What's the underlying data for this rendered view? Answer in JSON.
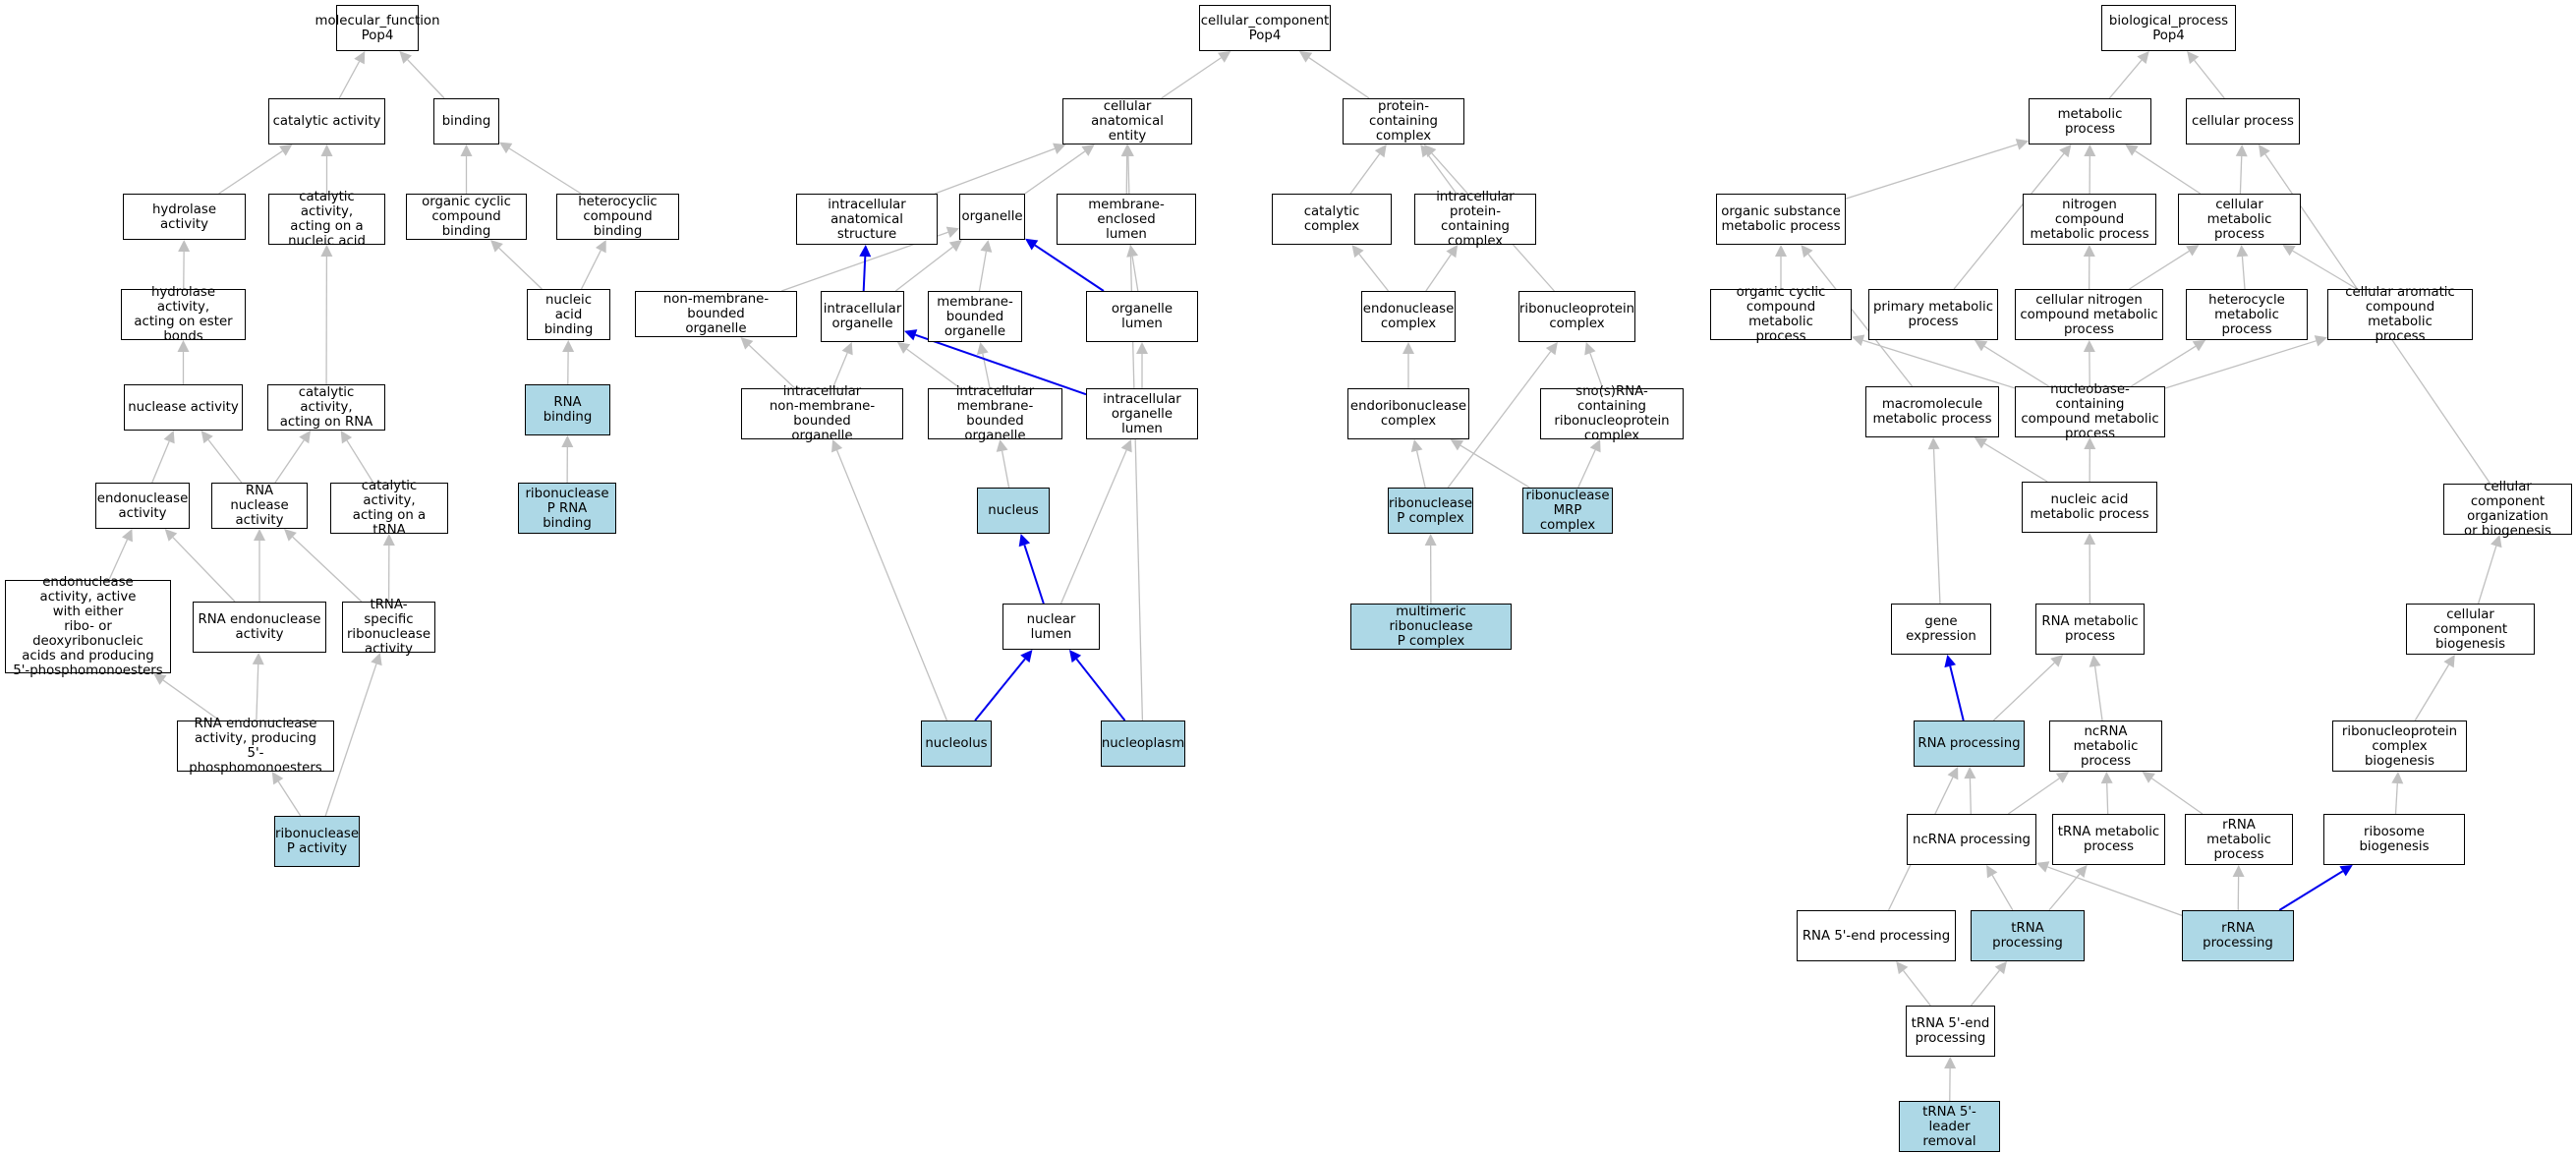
{
  "colors": {
    "highlight_fill": "#add8e6",
    "edge": "#c0c0c0",
    "edge_highlight": "#0000ee",
    "border": "#000000"
  },
  "nodes": [
    {
      "id": "mf",
      "label": "molecular_function\nPop4",
      "hl": false
    },
    {
      "id": "catalytic",
      "label": "catalytic activity",
      "hl": false
    },
    {
      "id": "binding",
      "label": "binding",
      "hl": false
    },
    {
      "id": "hydrolase",
      "label": "hydrolase activity",
      "hl": false
    },
    {
      "id": "cat_nucleic",
      "label": "catalytic activity,\nacting on a\nnucleic acid",
      "hl": false
    },
    {
      "id": "org_cyclic",
      "label": "organic cyclic\ncompound binding",
      "hl": false
    },
    {
      "id": "hetero_bind",
      "label": "heterocyclic\ncompound binding",
      "hl": false
    },
    {
      "id": "hydro_ester",
      "label": "hydrolase activity,\nacting on ester\nbonds",
      "hl": false
    },
    {
      "id": "nucacid_bind",
      "label": "nucleic acid\nbinding",
      "hl": false
    },
    {
      "id": "nuclease",
      "label": "nuclease activity",
      "hl": false
    },
    {
      "id": "cat_rna",
      "label": "catalytic activity,\nacting on RNA",
      "hl": false
    },
    {
      "id": "rna_binding",
      "label": "RNA binding",
      "hl": true
    },
    {
      "id": "endonuclease",
      "label": "endonuclease\nactivity",
      "hl": false
    },
    {
      "id": "rna_nuclease",
      "label": "RNA nuclease\nactivity",
      "hl": false
    },
    {
      "id": "cat_trna",
      "label": "catalytic activity,\nacting on a\ntRNA",
      "hl": false
    },
    {
      "id": "rnasep_rna_bind",
      "label": "ribonuclease\nP RNA binding",
      "hl": true
    },
    {
      "id": "endo_either",
      "label": "endonuclease\nactivity, active\nwith either\nribo- or deoxyribonucleic\nacids and producing\n5'-phosphomonoesters",
      "hl": false
    },
    {
      "id": "rna_endo",
      "label": "RNA endonuclease\nactivity",
      "hl": false
    },
    {
      "id": "trna_ribo",
      "label": "tRNA-specific\nribonuclease\nactivity",
      "hl": false
    },
    {
      "id": "rna_endo_5p",
      "label": "RNA endonuclease\nactivity, producing\n5'-phosphomonoesters",
      "hl": false
    },
    {
      "id": "rnasep_act",
      "label": "ribonuclease\nP activity",
      "hl": true
    },
    {
      "id": "cc",
      "label": "cellular_component\nPop4",
      "hl": false
    },
    {
      "id": "cae",
      "label": "cellular anatomical\nentity",
      "hl": false
    },
    {
      "id": "pcc",
      "label": "protein-containing\ncomplex",
      "hl": false
    },
    {
      "id": "ias",
      "label": "intracellular\nanatomical structure",
      "hl": false
    },
    {
      "id": "organelle",
      "label": "organelle",
      "hl": false
    },
    {
      "id": "mel",
      "label": "membrane-enclosed\nlumen",
      "hl": false
    },
    {
      "id": "cat_complex",
      "label": "catalytic complex",
      "hl": false
    },
    {
      "id": "ipcc",
      "label": "intracellular\nprotein-containing\ncomplex",
      "hl": false
    },
    {
      "id": "nmbo",
      "label": "non-membrane-bounded\norganelle",
      "hl": false
    },
    {
      "id": "io",
      "label": "intracellular\norganelle",
      "hl": false
    },
    {
      "id": "mbo",
      "label": "membrane-bounded\norganelle",
      "hl": false
    },
    {
      "id": "ol",
      "label": "organelle lumen",
      "hl": false
    },
    {
      "id": "endo_complex",
      "label": "endonuclease\ncomplex",
      "hl": false
    },
    {
      "id": "rnp_complex",
      "label": "ribonucleoprotein\ncomplex",
      "hl": false
    },
    {
      "id": "inmbo",
      "label": "intracellular\nnon-membrane-bounded\norganelle",
      "hl": false
    },
    {
      "id": "imbo",
      "label": "intracellular\nmembrane-bounded\norganelle",
      "hl": false
    },
    {
      "id": "iol",
      "label": "intracellular\norganelle lumen",
      "hl": false
    },
    {
      "id": "endoribo_complex",
      "label": "endoribonuclease\ncomplex",
      "hl": false
    },
    {
      "id": "snorna_complex",
      "label": "sno(s)RNA-containing\nribonucleoprotein\ncomplex",
      "hl": false
    },
    {
      "id": "nucleus",
      "label": "nucleus",
      "hl": true
    },
    {
      "id": "rnasep_complex",
      "label": "ribonuclease\nP complex",
      "hl": true
    },
    {
      "id": "mrp_complex",
      "label": "ribonuclease\nMRP complex",
      "hl": true
    },
    {
      "id": "nuclear_lumen",
      "label": "nuclear lumen",
      "hl": false
    },
    {
      "id": "multi_rnasep",
      "label": "multimeric ribonuclease\nP complex",
      "hl": true
    },
    {
      "id": "nucleolus",
      "label": "nucleolus",
      "hl": true
    },
    {
      "id": "nucleoplasm",
      "label": "nucleoplasm",
      "hl": true
    },
    {
      "id": "bp",
      "label": "biological_process\nPop4",
      "hl": false
    },
    {
      "id": "metabolic",
      "label": "metabolic process",
      "hl": false
    },
    {
      "id": "cellular_proc",
      "label": "cellular process",
      "hl": false
    },
    {
      "id": "osmp",
      "label": "organic substance\nmetabolic process",
      "hl": false
    },
    {
      "id": "ncmp",
      "label": "nitrogen compound\nmetabolic process",
      "hl": false
    },
    {
      "id": "cmp",
      "label": "cellular metabolic\nprocess",
      "hl": false
    },
    {
      "id": "occmp",
      "label": "organic cyclic\ncompound metabolic\nprocess",
      "hl": false
    },
    {
      "id": "pmp",
      "label": "primary metabolic\nprocess",
      "hl": false
    },
    {
      "id": "cncmp",
      "label": "cellular nitrogen\ncompound metabolic\nprocess",
      "hl": false
    },
    {
      "id": "hmp",
      "label": "heterocycle\nmetabolic process",
      "hl": false
    },
    {
      "id": "cacmp",
      "label": "cellular aromatic\ncompound metabolic\nprocess",
      "hl": false
    },
    {
      "id": "mmp",
      "label": "macromolecule\nmetabolic process",
      "hl": false
    },
    {
      "id": "nbcmp",
      "label": "nucleobase-containing\ncompound metabolic\nprocess",
      "hl": false
    },
    {
      "id": "namp",
      "label": "nucleic acid\nmetabolic process",
      "hl": false
    },
    {
      "id": "ccob",
      "label": "cellular component\norganization\nor biogenesis",
      "hl": false
    },
    {
      "id": "gene_expr",
      "label": "gene expression",
      "hl": false
    },
    {
      "id": "rnamp",
      "label": "RNA metabolic\nprocess",
      "hl": false
    },
    {
      "id": "ccb",
      "label": "cellular component\nbiogenesis",
      "hl": false
    },
    {
      "id": "rna_proc",
      "label": "RNA processing",
      "hl": true
    },
    {
      "id": "ncrnamp",
      "label": "ncRNA metabolic\nprocess",
      "hl": false
    },
    {
      "id": "rnpcb",
      "label": "ribonucleoprotein\ncomplex biogenesis",
      "hl": false
    },
    {
      "id": "ncrna_proc",
      "label": "ncRNA processing",
      "hl": false
    },
    {
      "id": "trnamp",
      "label": "tRNA metabolic\nprocess",
      "hl": false
    },
    {
      "id": "rrnamp",
      "label": "rRNA metabolic\nprocess",
      "hl": false
    },
    {
      "id": "ribo_bio",
      "label": "ribosome biogenesis",
      "hl": false
    },
    {
      "id": "rna5p",
      "label": "RNA 5'-end processing",
      "hl": false
    },
    {
      "id": "trna_proc",
      "label": "tRNA processing",
      "hl": true
    },
    {
      "id": "rrna_proc",
      "label": "rRNA processing",
      "hl": true
    },
    {
      "id": "trna5p",
      "label": "tRNA 5'-end\nprocessing",
      "hl": false
    },
    {
      "id": "trna5leader",
      "label": "tRNA 5'-leader\nremoval",
      "hl": true
    }
  ],
  "edges": [
    {
      "from": "catalytic",
      "to": "mf",
      "hl": false
    },
    {
      "from": "binding",
      "to": "mf",
      "hl": false
    },
    {
      "from": "hydrolase",
      "to": "catalytic",
      "hl": false
    },
    {
      "from": "cat_nucleic",
      "to": "catalytic",
      "hl": false
    },
    {
      "from": "org_cyclic",
      "to": "binding",
      "hl": false
    },
    {
      "from": "hetero_bind",
      "to": "binding",
      "hl": false
    },
    {
      "from": "hydro_ester",
      "to": "hydrolase",
      "hl": false
    },
    {
      "from": "nucacid_bind",
      "to": "org_cyclic",
      "hl": false
    },
    {
      "from": "nucacid_bind",
      "to": "hetero_bind",
      "hl": false
    },
    {
      "from": "nuclease",
      "to": "hydro_ester",
      "hl": false
    },
    {
      "from": "cat_rna",
      "to": "cat_nucleic",
      "hl": false
    },
    {
      "from": "rna_binding",
      "to": "nucacid_bind",
      "hl": false
    },
    {
      "from": "endonuclease",
      "to": "nuclease",
      "hl": false
    },
    {
      "from": "rna_nuclease",
      "to": "nuclease",
      "hl": false
    },
    {
      "from": "rna_nuclease",
      "to": "cat_rna",
      "hl": false
    },
    {
      "from": "cat_trna",
      "to": "cat_rna",
      "hl": false
    },
    {
      "from": "rnasep_rna_bind",
      "to": "rna_binding",
      "hl": false
    },
    {
      "from": "endo_either",
      "to": "endonuclease",
      "hl": false
    },
    {
      "from": "rna_endo",
      "to": "endonuclease",
      "hl": false
    },
    {
      "from": "rna_endo",
      "to": "rna_nuclease",
      "hl": false
    },
    {
      "from": "trna_ribo",
      "to": "rna_nuclease",
      "hl": false
    },
    {
      "from": "trna_ribo",
      "to": "cat_trna",
      "hl": false
    },
    {
      "from": "rna_endo_5p",
      "to": "endo_either",
      "hl": false
    },
    {
      "from": "rna_endo_5p",
      "to": "rna_endo",
      "hl": false
    },
    {
      "from": "rnasep_act",
      "to": "rna_endo_5p",
      "hl": false
    },
    {
      "from": "rnasep_act",
      "to": "trna_ribo",
      "hl": false
    },
    {
      "from": "cae",
      "to": "cc",
      "hl": false
    },
    {
      "from": "pcc",
      "to": "cc",
      "hl": false
    },
    {
      "from": "ias",
      "to": "cae",
      "hl": false
    },
    {
      "from": "organelle",
      "to": "cae",
      "hl": false
    },
    {
      "from": "mel",
      "to": "cae",
      "hl": false
    },
    {
      "from": "nucleoplasm",
      "to": "cae",
      "hl": false
    },
    {
      "from": "cat_complex",
      "to": "pcc",
      "hl": false
    },
    {
      "from": "ipcc",
      "to": "pcc",
      "hl": false
    },
    {
      "from": "rnp_complex",
      "to": "pcc",
      "hl": false
    },
    {
      "from": "nmbo",
      "to": "organelle",
      "hl": false
    },
    {
      "from": "io",
      "to": "organelle",
      "hl": false
    },
    {
      "from": "mbo",
      "to": "organelle",
      "hl": false
    },
    {
      "from": "ol",
      "to": "organelle",
      "hl": true
    },
    {
      "from": "io",
      "to": "ias",
      "hl": true
    },
    {
      "from": "ol",
      "to": "mel",
      "hl": false
    },
    {
      "from": "endo_complex",
      "to": "cat_complex",
      "hl": false
    },
    {
      "from": "endo_complex",
      "to": "ipcc",
      "hl": false
    },
    {
      "from": "inmbo",
      "to": "nmbo",
      "hl": false
    },
    {
      "from": "inmbo",
      "to": "io",
      "hl": false
    },
    {
      "from": "imbo",
      "to": "io",
      "hl": false
    },
    {
      "from": "imbo",
      "to": "mbo",
      "hl": false
    },
    {
      "from": "iol",
      "to": "io",
      "hl": true
    },
    {
      "from": "iol",
      "to": "ol",
      "hl": false
    },
    {
      "from": "endoribo_complex",
      "to": "endo_complex",
      "hl": false
    },
    {
      "from": "snorna_complex",
      "to": "rnp_complex",
      "hl": false
    },
    {
      "from": "nucleus",
      "to": "imbo",
      "hl": false
    },
    {
      "from": "rnasep_complex",
      "to": "endoribo_complex",
      "hl": false
    },
    {
      "from": "rnasep_complex",
      "to": "rnp_complex",
      "hl": false
    },
    {
      "from": "mrp_complex",
      "to": "endoribo_complex",
      "hl": false
    },
    {
      "from": "mrp_complex",
      "to": "snorna_complex",
      "hl": false
    },
    {
      "from": "nuclear_lumen",
      "to": "nucleus",
      "hl": true
    },
    {
      "from": "nuclear_lumen",
      "to": "iol",
      "hl": false
    },
    {
      "from": "multi_rnasep",
      "to": "rnasep_complex",
      "hl": false
    },
    {
      "from": "nucleolus",
      "to": "nuclear_lumen",
      "hl": true
    },
    {
      "from": "nucleolus",
      "to": "inmbo",
      "hl": false
    },
    {
      "from": "nucleoplasm",
      "to": "nuclear_lumen",
      "hl": true
    },
    {
      "from": "metabolic",
      "to": "bp",
      "hl": false
    },
    {
      "from": "cellular_proc",
      "to": "bp",
      "hl": false
    },
    {
      "from": "osmp",
      "to": "metabolic",
      "hl": false
    },
    {
      "from": "ncmp",
      "to": "metabolic",
      "hl": false
    },
    {
      "from": "cmp",
      "to": "metabolic",
      "hl": false
    },
    {
      "from": "pmp",
      "to": "metabolic",
      "hl": false
    },
    {
      "from": "cmp",
      "to": "cellular_proc",
      "hl": false
    },
    {
      "from": "ccob",
      "to": "cellular_proc",
      "hl": false
    },
    {
      "from": "occmp",
      "to": "osmp",
      "hl": false
    },
    {
      "from": "mmp",
      "to": "osmp",
      "hl": false
    },
    {
      "from": "cncmp",
      "to": "ncmp",
      "hl": false
    },
    {
      "from": "cncmp",
      "to": "cmp",
      "hl": false
    },
    {
      "from": "hmp",
      "to": "cmp",
      "hl": false
    },
    {
      "from": "cacmp",
      "to": "cmp",
      "hl": false
    },
    {
      "from": "nbcmp",
      "to": "occmp",
      "hl": false
    },
    {
      "from": "nbcmp",
      "to": "pmp",
      "hl": false
    },
    {
      "from": "nbcmp",
      "to": "cncmp",
      "hl": false
    },
    {
      "from": "nbcmp",
      "to": "hmp",
      "hl": false
    },
    {
      "from": "nbcmp",
      "to": "cacmp",
      "hl": false
    },
    {
      "from": "namp",
      "to": "mmp",
      "hl": false
    },
    {
      "from": "namp",
      "to": "nbcmp",
      "hl": false
    },
    {
      "from": "gene_expr",
      "to": "mmp",
      "hl": false
    },
    {
      "from": "rnamp",
      "to": "namp",
      "hl": false
    },
    {
      "from": "ccb",
      "to": "ccob",
      "hl": false
    },
    {
      "from": "rna_proc",
      "to": "gene_expr",
      "hl": true
    },
    {
      "from": "rna_proc",
      "to": "rnamp",
      "hl": false
    },
    {
      "from": "ncrnamp",
      "to": "rnamp",
      "hl": false
    },
    {
      "from": "rnpcb",
      "to": "ccb",
      "hl": false
    },
    {
      "from": "ncrna_proc",
      "to": "rna_proc",
      "hl": false
    },
    {
      "from": "ncrna_proc",
      "to": "ncrnamp",
      "hl": false
    },
    {
      "from": "trnamp",
      "to": "ncrnamp",
      "hl": false
    },
    {
      "from": "rrnamp",
      "to": "ncrnamp",
      "hl": false
    },
    {
      "from": "ribo_bio",
      "to": "rnpcb",
      "hl": false
    },
    {
      "from": "rna5p",
      "to": "rna_proc",
      "hl": false
    },
    {
      "from": "trna_proc",
      "to": "ncrna_proc",
      "hl": false
    },
    {
      "from": "trna_proc",
      "to": "trnamp",
      "hl": false
    },
    {
      "from": "rrna_proc",
      "to": "ncrna_proc",
      "hl": false
    },
    {
      "from": "rrna_proc",
      "to": "rrnamp",
      "hl": false
    },
    {
      "from": "rrna_proc",
      "to": "ribo_bio",
      "hl": true
    },
    {
      "from": "trna5p",
      "to": "rna5p",
      "hl": false
    },
    {
      "from": "trna5p",
      "to": "trna_proc",
      "hl": false
    },
    {
      "from": "trna5leader",
      "to": "trna5p",
      "hl": false
    }
  ]
}
